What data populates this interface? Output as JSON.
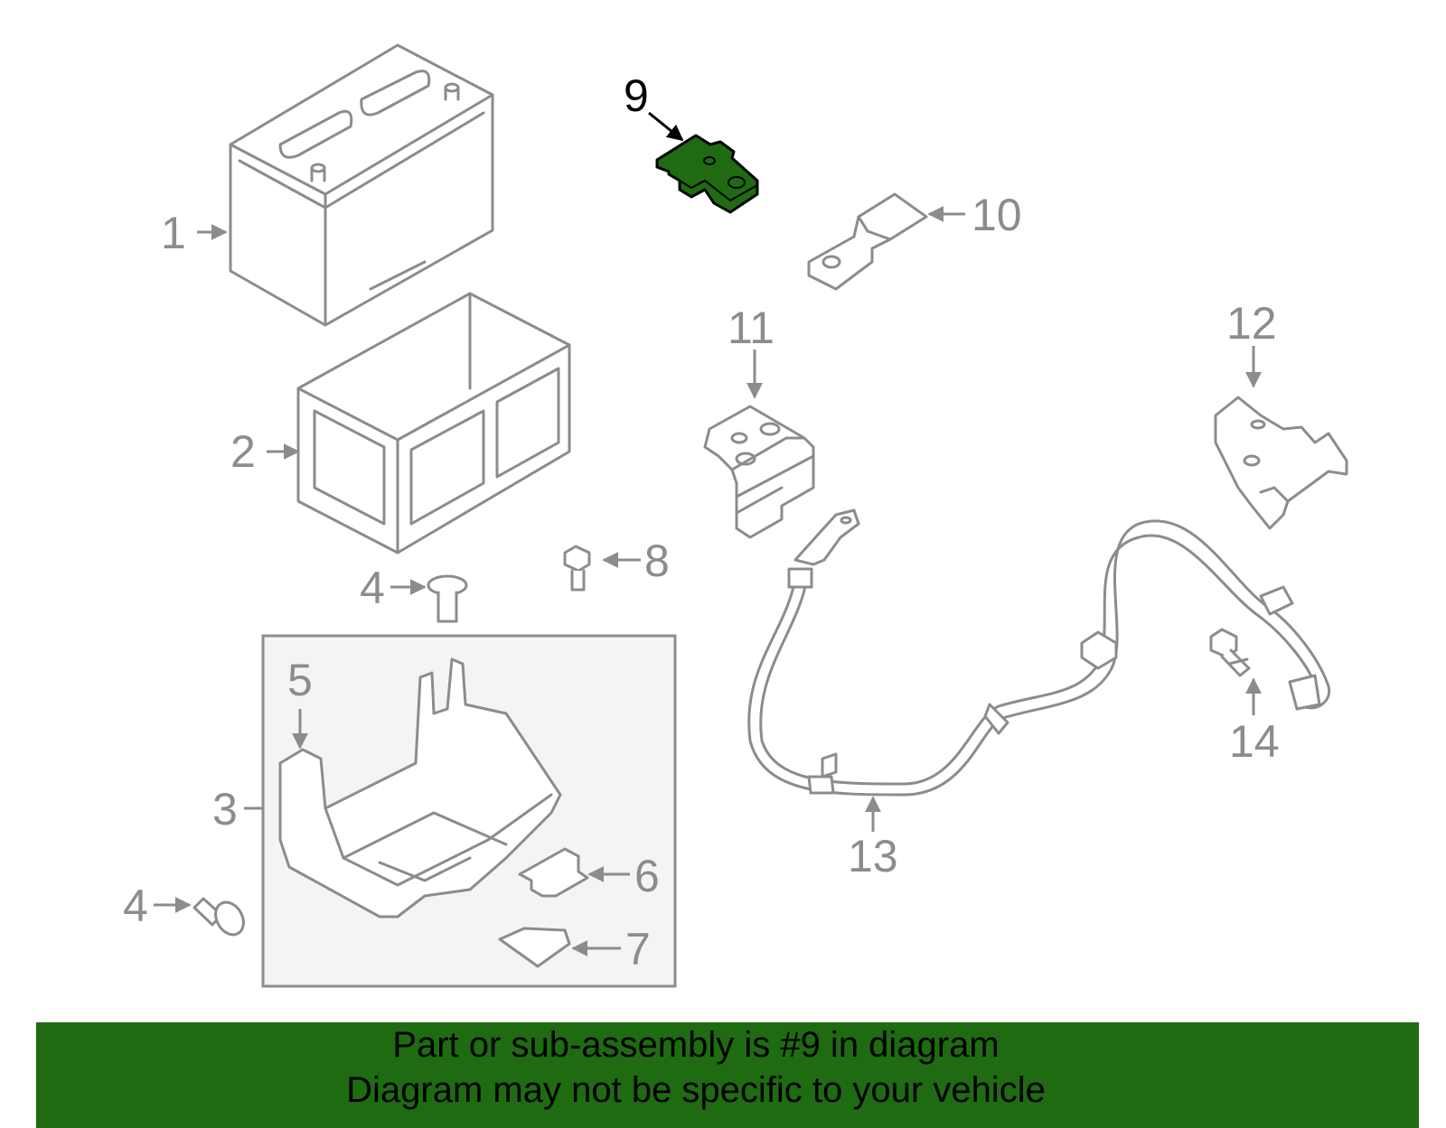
{
  "diagram": {
    "highlighted_part": "9",
    "colors": {
      "highlight": "#1f6b12",
      "line_art": "#8c8c8c",
      "banner_bg": "#1f6b12",
      "inset_bg": "#f4f4f4"
    },
    "callouts": {
      "c1": "1",
      "c2": "2",
      "c3": "3",
      "c4a": "4",
      "c4b": "4",
      "c5": "5",
      "c6": "6",
      "c7": "7",
      "c8": "8",
      "c9": "9",
      "c10": "10",
      "c11": "11",
      "c12": "12",
      "c13": "13",
      "c14": "14"
    }
  },
  "banner": {
    "line1": "Part or sub-assembly is #9 in diagram",
    "line2": "Diagram may not be specific to your vehicle"
  }
}
